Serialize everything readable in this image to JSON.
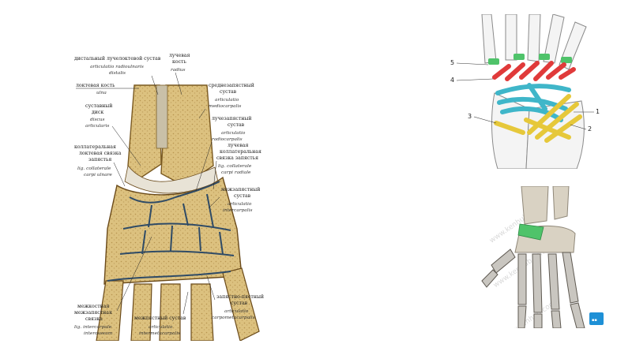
{
  "left_figure": {
    "labels": [
      {
        "ru": "дистальный лучелоктевой сустав",
        "ru2": "",
        "lat": "articulatio radioulnaris",
        "lat2": "distalis"
      },
      {
        "ru": "лучевая",
        "ru2": "кость",
        "lat": "radius",
        "lat2": ""
      },
      {
        "ru": "локтевая кость",
        "ru2": "",
        "lat": "ulna",
        "lat2": ""
      },
      {
        "ru": "среднезапястный",
        "ru2": "сустав",
        "lat": "articulatio",
        "lat2": "mediocarpalis"
      },
      {
        "ru": "суставный",
        "ru2": "диск",
        "lat": "discus",
        "lat2": "articularis"
      },
      {
        "ru": "лучезапястный",
        "ru2": "сустав",
        "lat": "articulatio",
        "lat2": "radiocarpalis"
      },
      {
        "ru": "коллатеральная",
        "ru2": "локтевая связка",
        "ru3": "запястья",
        "lat": "lig. collaterale",
        "lat2": "carpi ulnare"
      },
      {
        "ru": "лучевая",
        "ru2": "коллатеральная",
        "ru3": "связка запястья",
        "lat": "lig. collaterale",
        "lat2": "carpi radiale"
      },
      {
        "ru": "межзапястный",
        "ru2": "сустав",
        "lat": "articulatio",
        "lat2": "intercarpalis"
      },
      {
        "ru": "межкостная",
        "ru2": "межзапястная",
        "ru3": "связка",
        "lat": "lig. intercarpale",
        "lat2": "interosseum"
      },
      {
        "ru": "межпястный сустав",
        "ru2": "",
        "lat": "articulatio",
        "lat2": "intermetacarpalis"
      },
      {
        "ru": "запястно-пястный",
        "ru2": "сустав",
        "lat": "articulatio",
        "lat2": "carpometacarpalis"
      }
    ]
  },
  "top_right_figure": {
    "numbers": [
      "5",
      "4",
      "3",
      "1",
      "2"
    ]
  },
  "bottom_right_figure": {
    "watermark": "www.kenhub.com",
    "badge_icon": "kenhub-logo-icon"
  },
  "colors": {
    "bone": "#d9b978",
    "bone_dark": "#8a6a2e",
    "ligament_red": "#e03a3a",
    "ligament_cyan": "#3fb6c9",
    "ligament_yellow": "#e6c83a",
    "ligament_green": "#4fc36a",
    "badge_blue": "#1e90d6"
  }
}
